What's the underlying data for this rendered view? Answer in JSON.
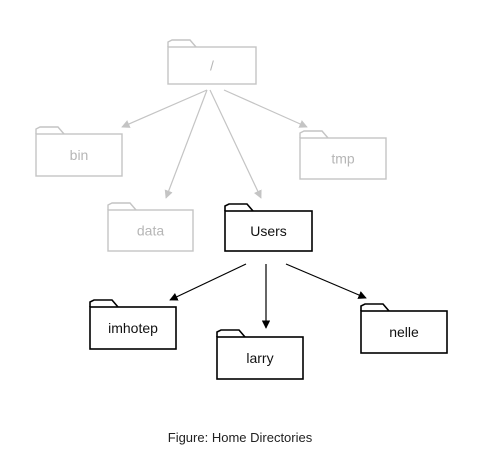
{
  "colors": {
    "inactive": "#c4c4c4",
    "inactive_text": "#b6b6b6",
    "active": "#000000",
    "active_text": "#111111"
  },
  "folders": [
    {
      "id": "root",
      "label": "/",
      "state": "inactive"
    },
    {
      "id": "bin",
      "label": "bin",
      "state": "inactive"
    },
    {
      "id": "tmp",
      "label": "tmp",
      "state": "inactive"
    },
    {
      "id": "data",
      "label": "data",
      "state": "inactive"
    },
    {
      "id": "users",
      "label": "Users",
      "state": "active"
    },
    {
      "id": "imhotep",
      "label": "imhotep",
      "state": "active"
    },
    {
      "id": "larry",
      "label": "larry",
      "state": "active"
    },
    {
      "id": "nelle",
      "label": "nelle",
      "state": "active"
    }
  ],
  "edges": [
    {
      "from": "root",
      "to": "bin",
      "state": "inactive"
    },
    {
      "from": "root",
      "to": "data",
      "state": "inactive"
    },
    {
      "from": "root",
      "to": "users",
      "state": "inactive"
    },
    {
      "from": "root",
      "to": "tmp",
      "state": "inactive"
    },
    {
      "from": "users",
      "to": "imhotep",
      "state": "active"
    },
    {
      "from": "users",
      "to": "larry",
      "state": "active"
    },
    {
      "from": "users",
      "to": "nelle",
      "state": "active"
    }
  ],
  "caption": "Figure: Home Directories"
}
